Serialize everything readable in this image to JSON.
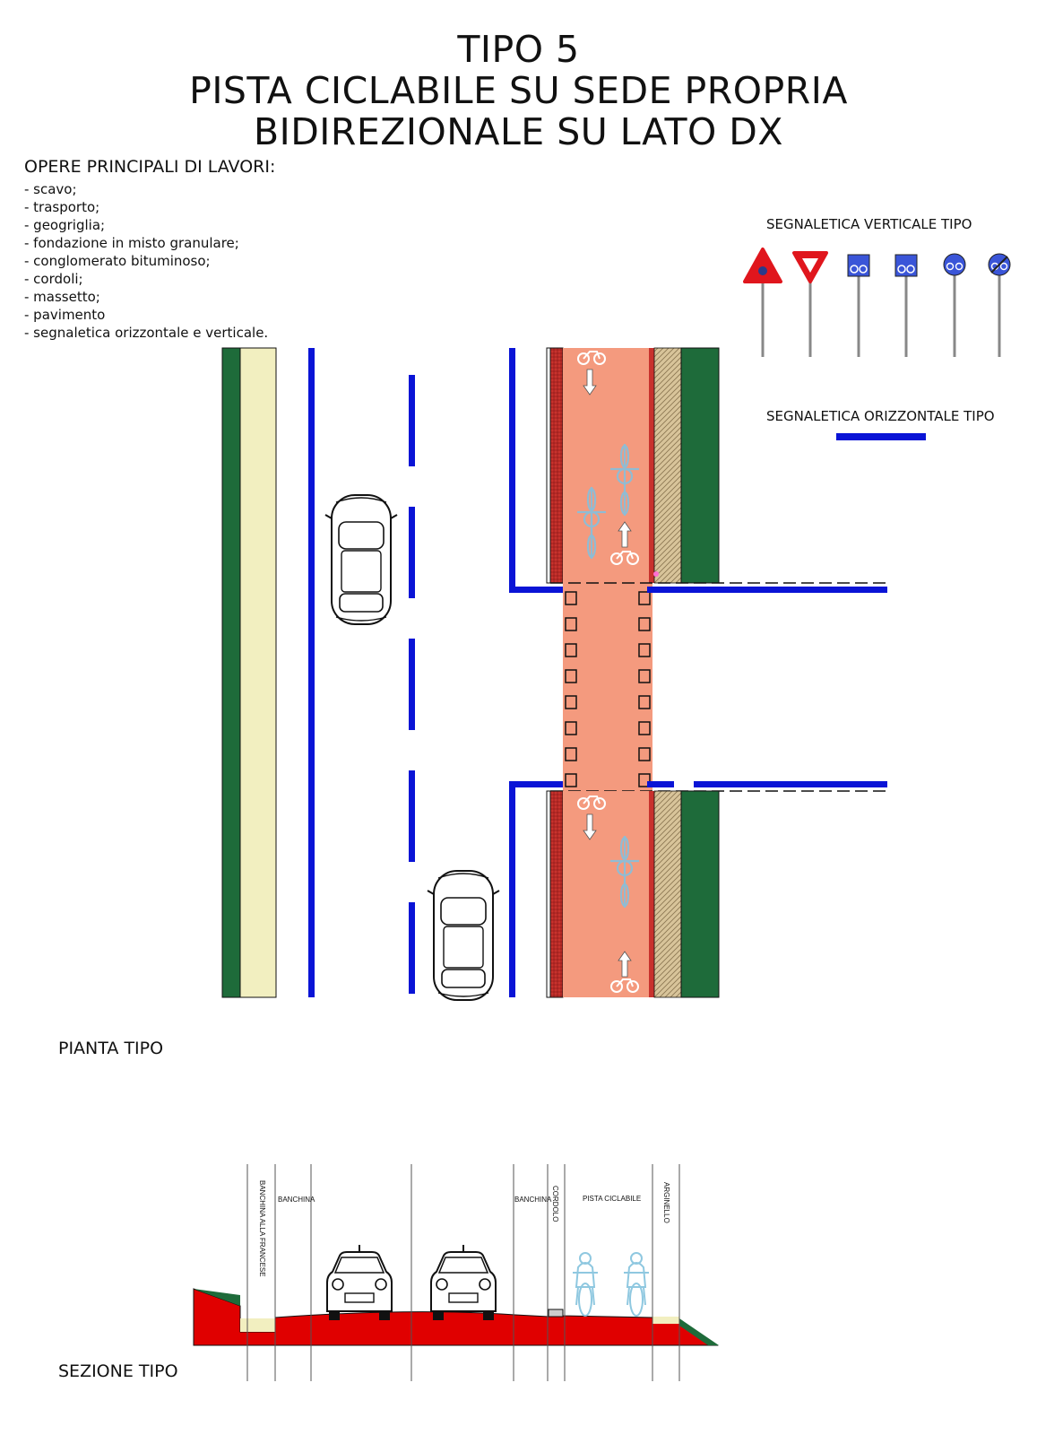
{
  "title": {
    "line1": "TIPO 5",
    "line2": "PISTA CICLABILE SU SEDE PROPRIA",
    "line3": "BIDIREZIONALE SU LATO DX"
  },
  "works": {
    "heading": "OPERE PRINCIPALI DI LAVORI:",
    "items": [
      "- scavo;",
      "- trasporto;",
      "- geogriglia;",
      "- fondazione in misto granulare;",
      "- conglomerato bituminoso;",
      "- cordoli;",
      "- massetto;",
      "- pavimento",
      "- segnaletica orizzontale e verticale."
    ]
  },
  "legend": {
    "vertical_signs_label": "SEGNALETICA VERTICALE TIPO",
    "horizontal_signs_label": "SEGNALETICA ORIZZONTALE TIPO",
    "vertical_signs": [
      "warning-triangle-icon",
      "yield-sign-icon",
      "cycle-path-sign-icon",
      "cycle-path-sign-icon",
      "cycle-only-sign-icon",
      "end-cycle-sign-icon"
    ]
  },
  "plan": {
    "label": "PIANTA TIPO"
  },
  "section": {
    "label": "SEZIONE TIPO",
    "column_labels": [
      "BANCHINA ALLA FRANCESE",
      "BANCHINA",
      "BANCHINA",
      "CORDOLO",
      "PISTA CICLABILE",
      "ARGINELLO"
    ]
  },
  "colors": {
    "verge_green": "#1e6b3a",
    "shoulder_cream": "#f2efc0",
    "lane_blue": "#0a14d6",
    "cycle_salmon": "#f49a7e",
    "curb_red": "#c8322d",
    "hatch_tan": "#d8c49a",
    "section_red": "#e00000",
    "sign_red": "#e0161d",
    "sign_blue": "#3a55d8",
    "cycle_symbol": "#a9d3e6"
  }
}
